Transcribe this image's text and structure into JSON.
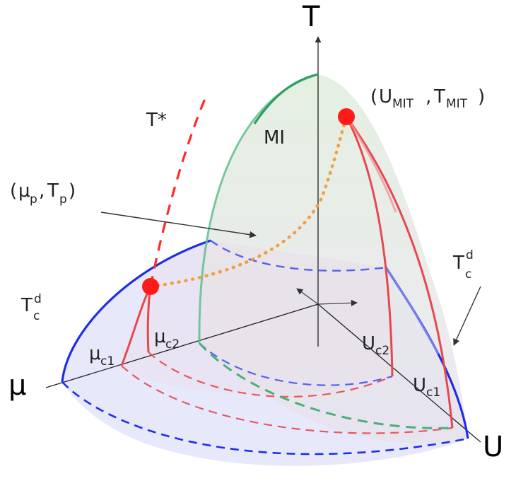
{
  "axes": {
    "t": "T",
    "u": "U",
    "mu": "μ"
  },
  "labels": {
    "t_star": "T*",
    "mi": "MI",
    "umit_u": "U",
    "umit_u_sub": "MIT",
    "umit_t": "T",
    "umit_t_sub": "MIT",
    "mup_mu": "μ",
    "mup_mu_sub": "p",
    "mup_t": "T",
    "mup_t_sub": "p",
    "tcd_left": "T",
    "tcd_left_sub": "c",
    "tcd_left_sup": "d",
    "tcd_right": "T",
    "tcd_right_sub": "c",
    "tcd_right_sup": "d",
    "muc1": "μ",
    "muc1_sub": "c1",
    "muc2": "μ",
    "muc2_sub": "c2",
    "uc1": "U",
    "uc1_sub": "c1",
    "uc2": "U",
    "uc2_sub": "c2"
  },
  "colors": {
    "critical_point": "#ff1a1a",
    "spinodal": "#e8474f",
    "boundary": "#1f2ee6",
    "mi_line": "#2e9e5e",
    "tstar": "#ff2a2a",
    "dotted_path": "#f0a040",
    "dome_fill": "#dcebd8",
    "base_fill": "#e6e8fa"
  }
}
